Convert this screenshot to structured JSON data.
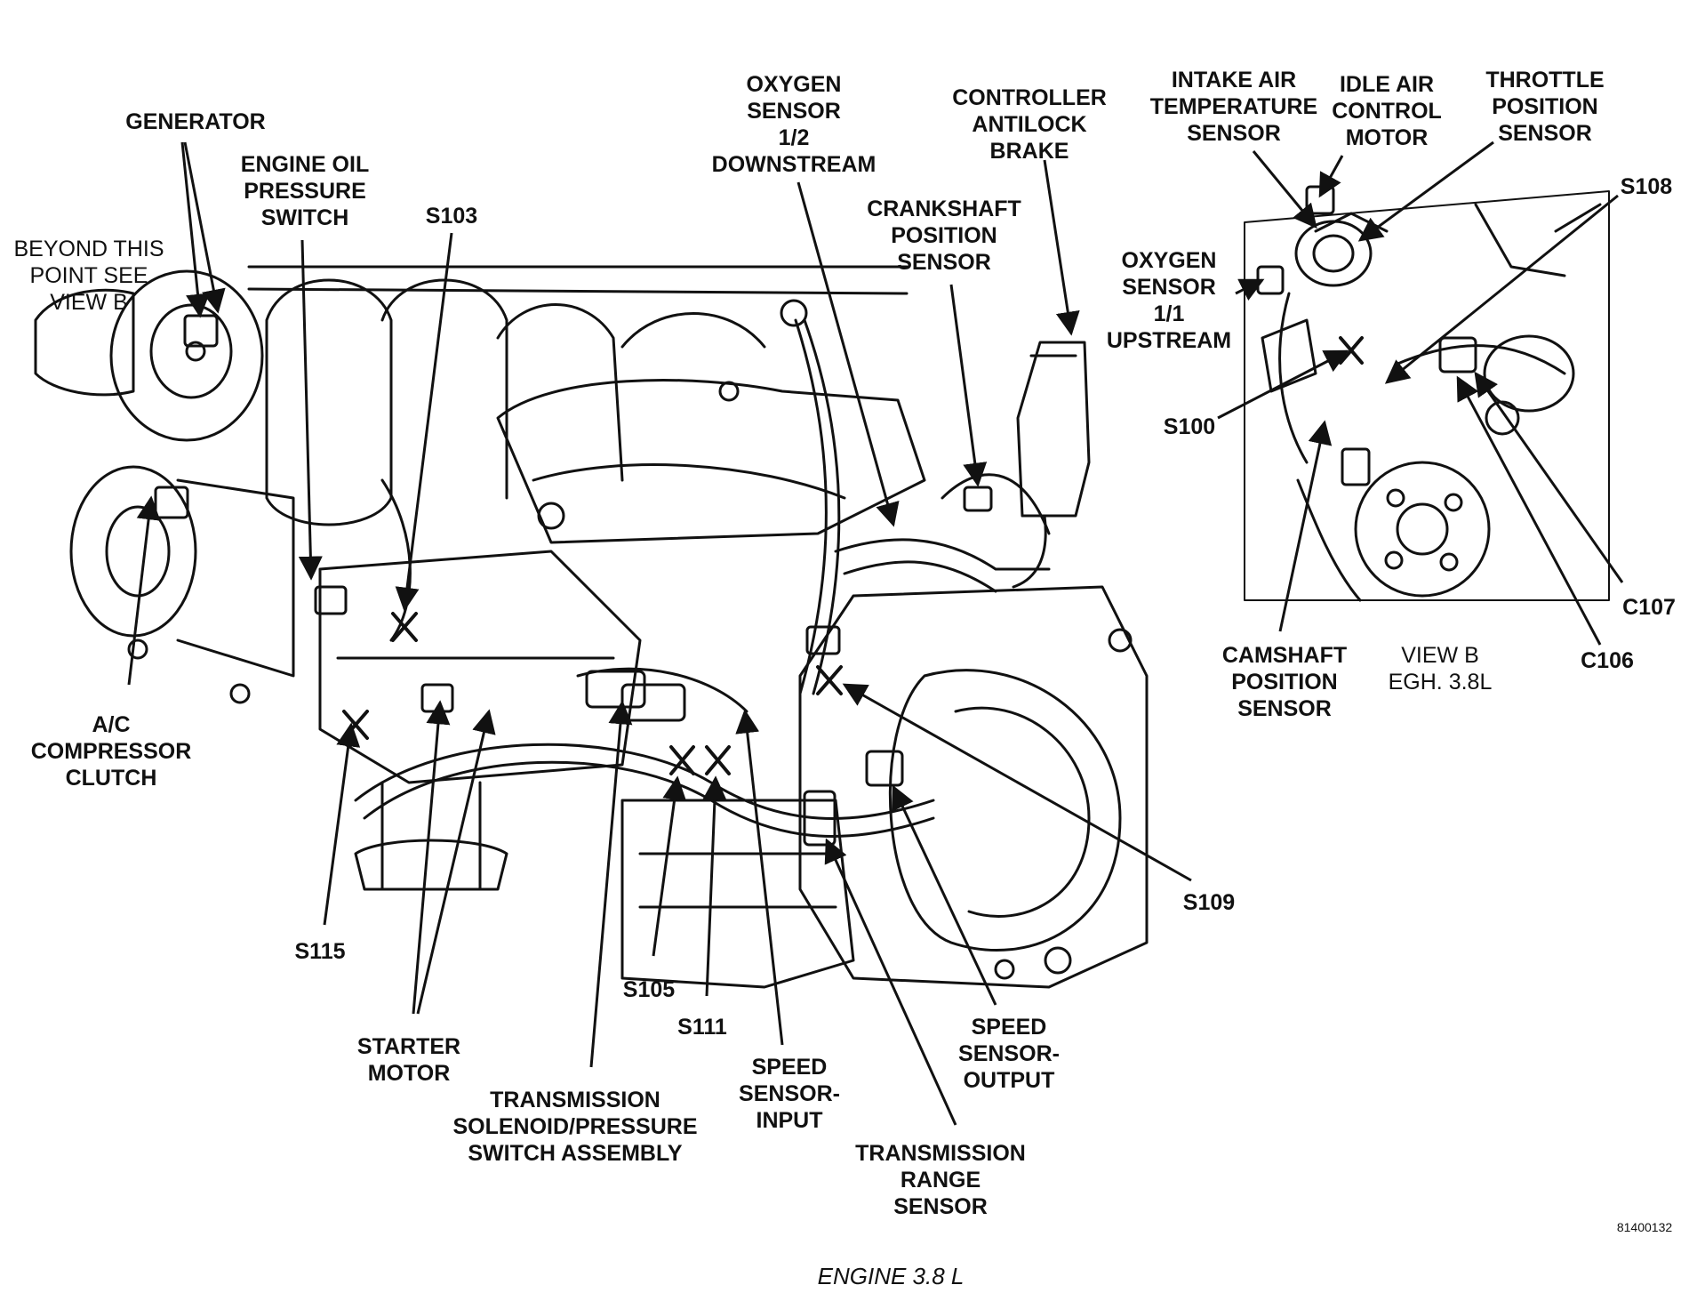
{
  "diagram": {
    "caption": "ENGINE 3.8 L",
    "code": "81400132",
    "view_b_label": [
      "VIEW B",
      "EGH. 3.8L"
    ],
    "note": [
      "BEYOND THIS",
      "POINT SEE",
      "VIEW B"
    ]
  },
  "labels": {
    "generator": [
      "GENERATOR"
    ],
    "oil_switch": [
      "ENGINE OIL",
      "PRESSURE",
      "SWITCH"
    ],
    "s103": [
      "S103"
    ],
    "o2_downstream": [
      "OXYGEN",
      "SENSOR",
      "1/2",
      "DOWNSTREAM"
    ],
    "abs_controller": [
      "CONTROLLER",
      "ANTILOCK",
      "BRAKE"
    ],
    "crank_sensor": [
      "CRANKSHAFT",
      "POSITION",
      "SENSOR"
    ],
    "iat_sensor": [
      "INTAKE AIR",
      "TEMPERATURE",
      "SENSOR"
    ],
    "iac_motor": [
      "IDLE AIR",
      "CONTROL",
      "MOTOR"
    ],
    "tps": [
      "THROTTLE",
      "POSITION",
      "SENSOR"
    ],
    "s108": [
      "S108"
    ],
    "o2_upstream": [
      "OXYGEN",
      "SENSOR",
      "1/1",
      "UPSTREAM"
    ],
    "s100": [
      "S100"
    ],
    "c107": [
      "C107"
    ],
    "c106": [
      "C106"
    ],
    "cam_sensor": [
      "CAMSHAFT",
      "POSITION",
      "SENSOR"
    ],
    "ac_clutch": [
      "A/C",
      "COMPRESSOR",
      "CLUTCH"
    ],
    "s115": [
      "S115"
    ],
    "s109": [
      "S109"
    ],
    "s105": [
      "S105"
    ],
    "s111": [
      "S111"
    ],
    "starter": [
      "STARTER",
      "MOTOR"
    ],
    "trans_solenoid": [
      "TRANSMISSION",
      "SOLENOID/PRESSURE",
      "SWITCH ASSEMBLY"
    ],
    "speed_input": [
      "SPEED",
      "SENSOR-",
      "INPUT"
    ],
    "speed_output": [
      "SPEED",
      "SENSOR-",
      "OUTPUT"
    ],
    "trans_range": [
      "TRANSMISSION",
      "RANGE",
      "SENSOR"
    ]
  }
}
